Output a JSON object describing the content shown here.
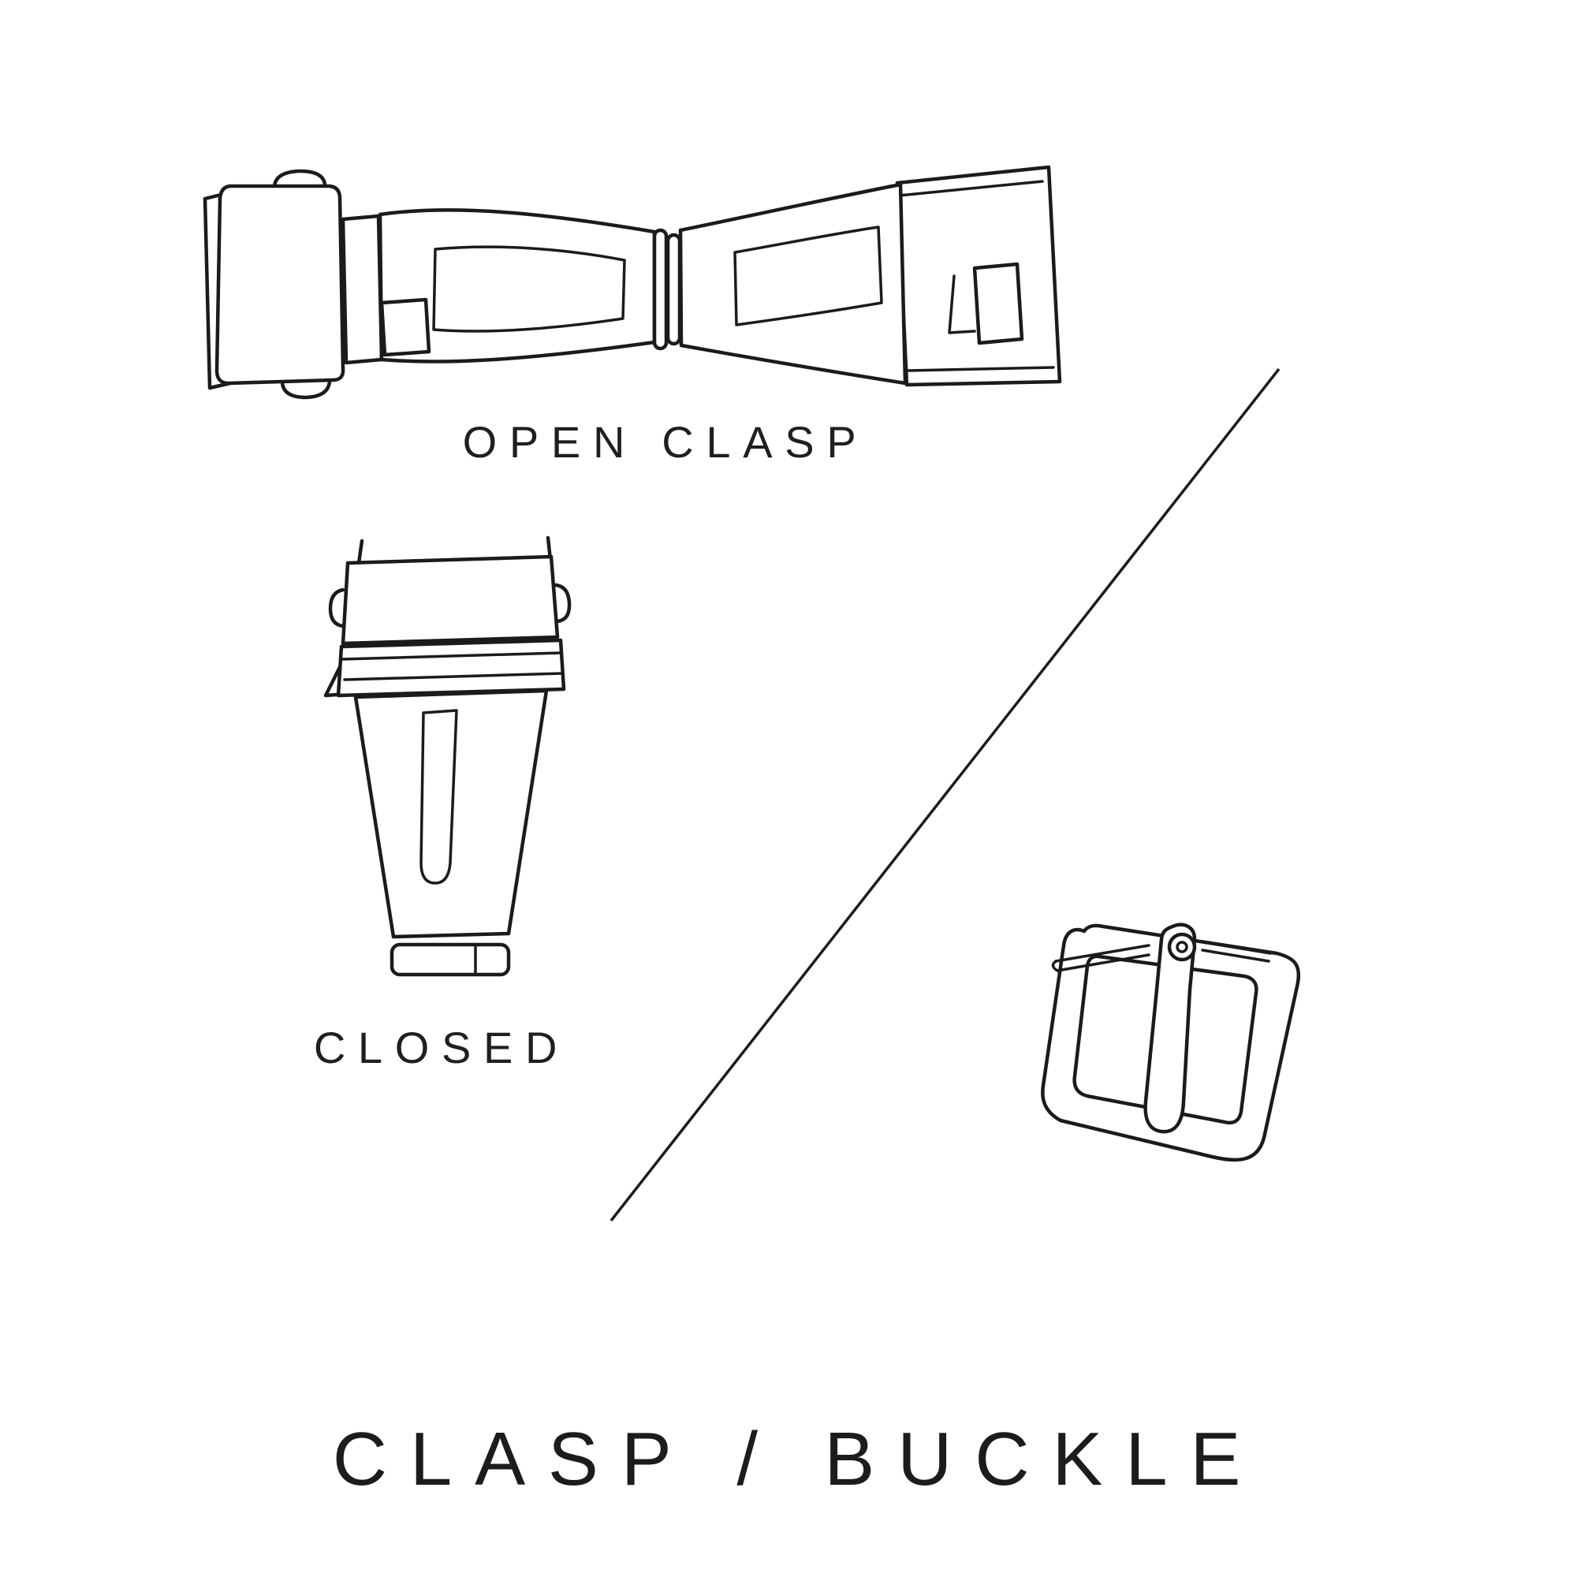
{
  "colors": {
    "background": "#ffffff",
    "line": "#1b1b1b",
    "text": "#1f1f1f"
  },
  "figures": {
    "open_clasp": {
      "label": "OPEN CLASP",
      "icon": "open-clasp-illustration"
    },
    "closed_clasp": {
      "label": "CLOSED",
      "icon": "closed-clasp-illustration"
    },
    "buckle": {
      "icon": "buckle-illustration"
    }
  },
  "title": "CLASP / BUCKLE"
}
